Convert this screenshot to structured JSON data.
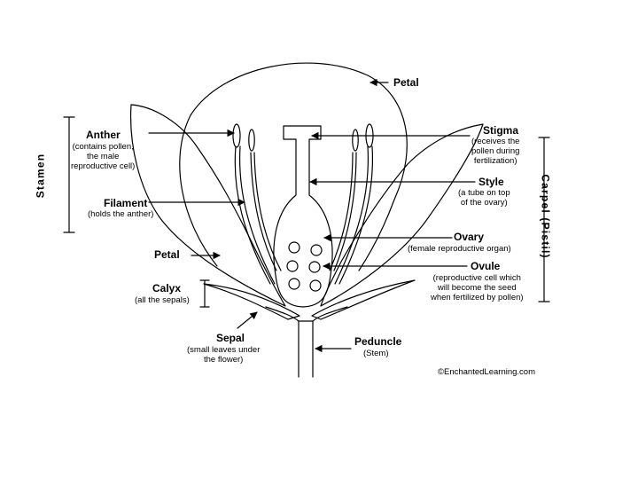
{
  "labels": {
    "petal_top": "Petal",
    "anther": "Anther",
    "anther_desc": "(contains pollen,\nthe male\nreproductive cell)",
    "stamen": "Stamen",
    "filament": "Filament",
    "filament_desc": "(holds the anther)",
    "petal_left": "Petal",
    "calyx": "Calyx",
    "calyx_desc": "(all the sepals)",
    "sepal": "Sepal",
    "sepal_desc": "(small leaves under\nthe flower)",
    "peduncle": "Peduncle",
    "peduncle_desc": "(Stem)",
    "stigma": "Stigma",
    "stigma_desc": "(receives the\npollen during\nfertilization)",
    "style": "Style",
    "style_desc": "(a tube on top\nof the ovary)",
    "carpel": "Carpel (Pistil)",
    "ovary": "Ovary",
    "ovary_desc": "(female reproductive organ)",
    "ovule": "Ovule",
    "ovule_desc": "(reproductive cell which\nwill become the seed\nwhen fertilized by pollen)",
    "copyright": "©EnchantedLearning.com"
  },
  "colors": {
    "line": "#000000",
    "background": "#ffffff"
  }
}
